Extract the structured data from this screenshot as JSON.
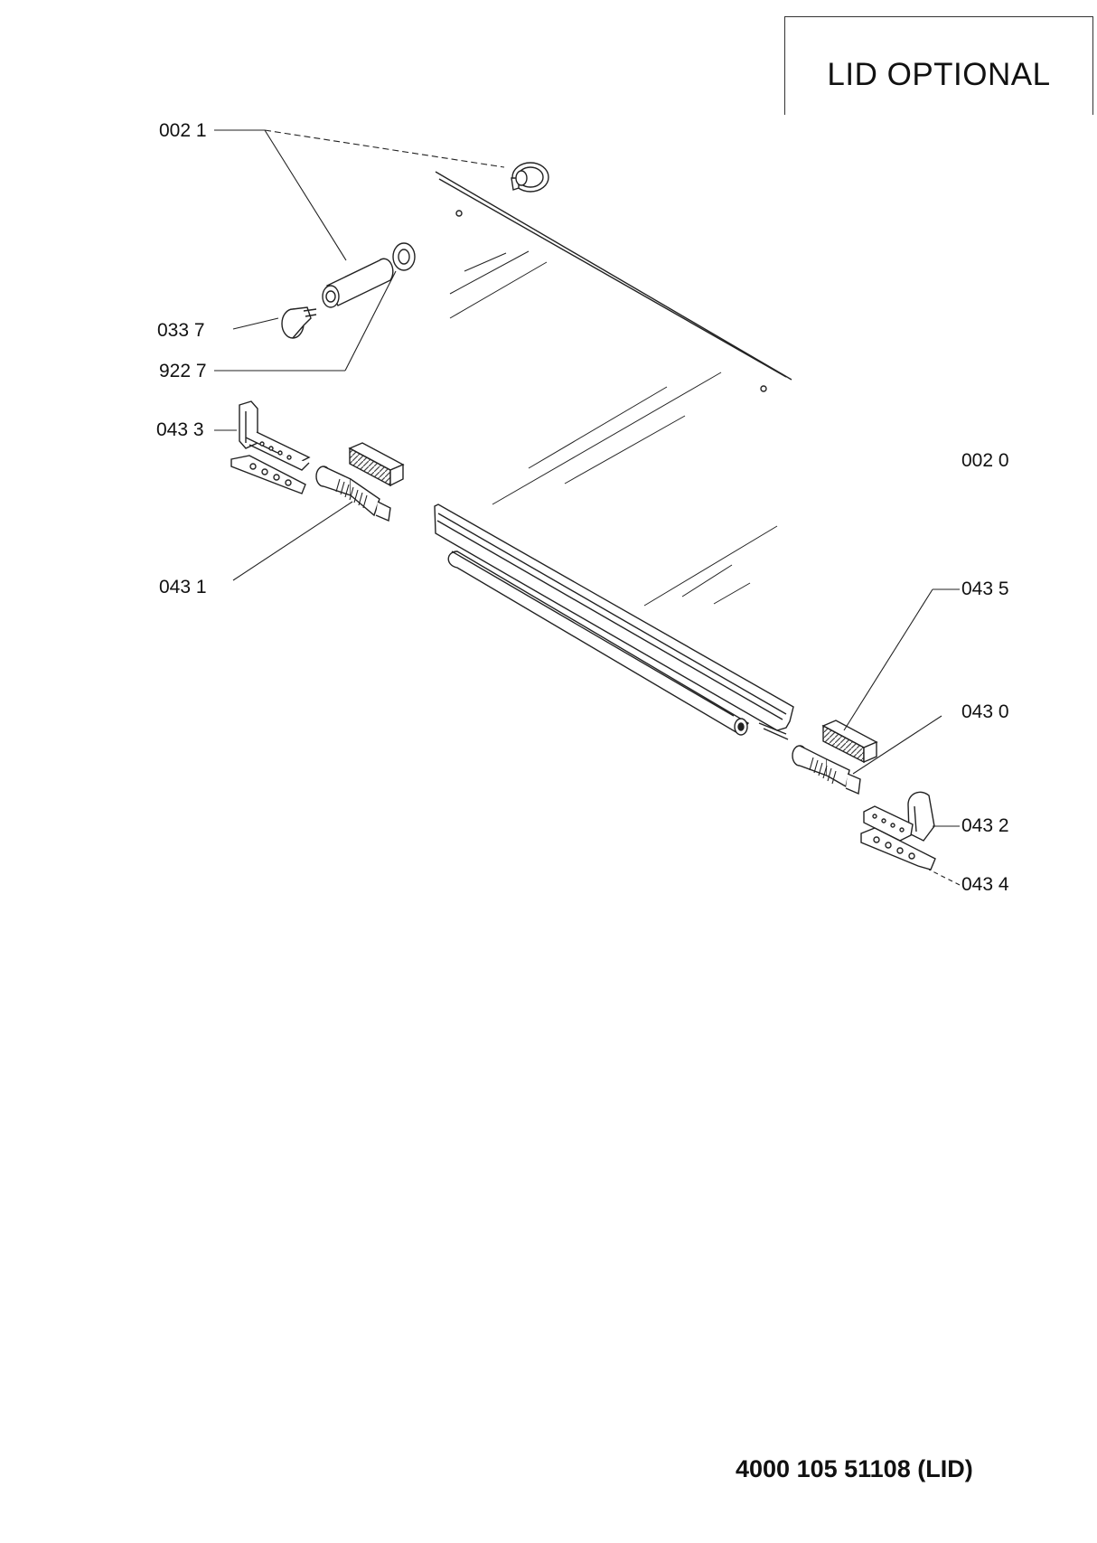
{
  "header": {
    "box_label": "LID OPTIONAL"
  },
  "labels": {
    "p0021": "002 1",
    "p0337": "033 7",
    "p9227": "922 7",
    "p0433": "043 3",
    "p0431": "043 1",
    "p0020": "002 0",
    "p0435": "043 5",
    "p0430": "043 0",
    "p0432": "043 2",
    "p0434": "043 4"
  },
  "footer": {
    "document_number": "4000 105 51108 (LID)"
  },
  "colors": {
    "line": "#222222",
    "hatch": "#555555",
    "background": "#ffffff"
  }
}
